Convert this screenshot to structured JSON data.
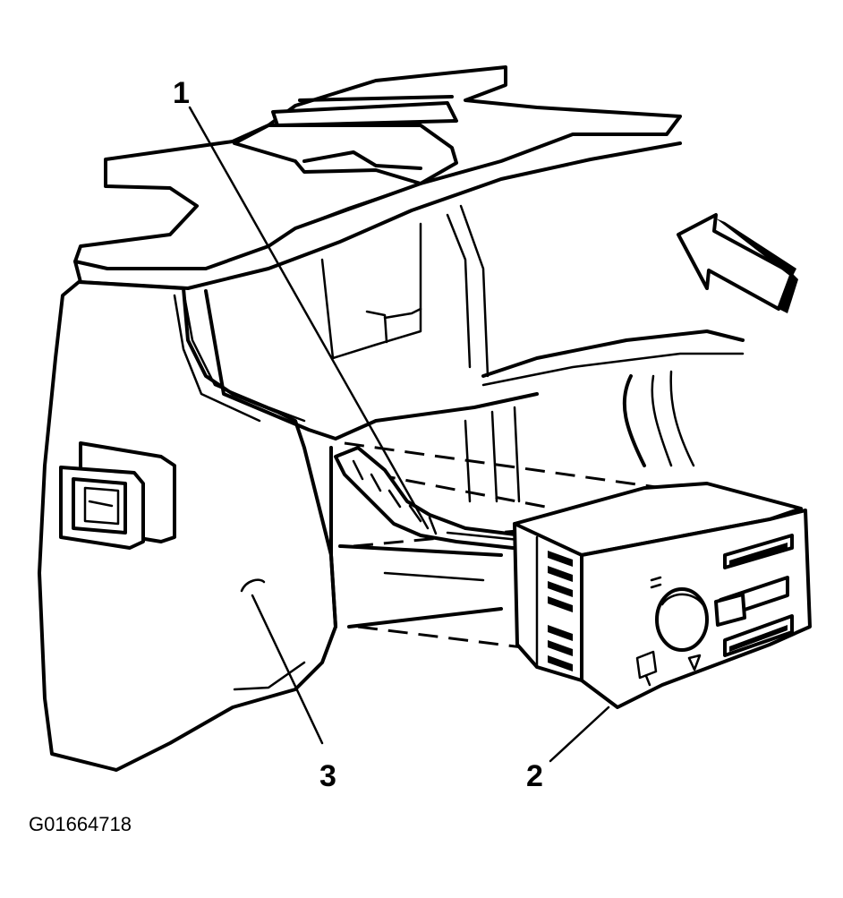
{
  "callouts": {
    "one": "1",
    "two": "2",
    "three": "3"
  },
  "figure_id": "G01664718",
  "colors": {
    "line": "#000000",
    "background": "#ffffff"
  }
}
